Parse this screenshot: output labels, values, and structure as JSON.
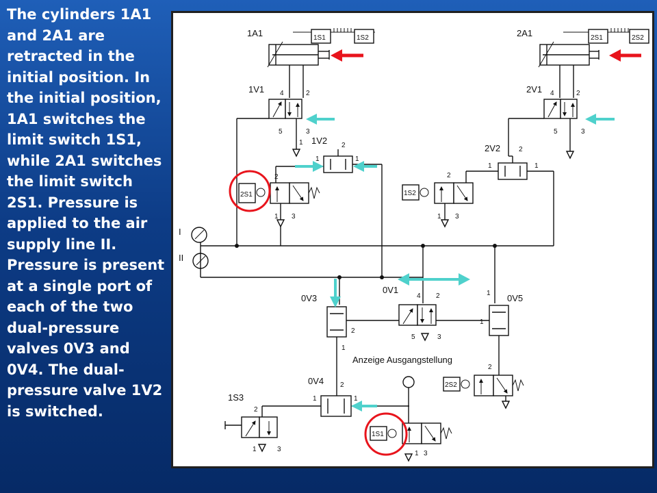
{
  "caption": "The cylinders 1A1 and 2A1 are retracted in the initial position. In the initial position, 1A1 switches the limit switch 1S1, while 2A1 switches the limit switch 2S1. Pressure is applied to the air supply line II. Pressure is present at a single port of each of the two dual-pressure valves 0V3 and 0V4. The dual-pressure valve 1V2 is switched.",
  "diagram": {
    "cyl1": "1A1",
    "cyl2": "2A1",
    "s1_1": "1S1",
    "s1_2": "1S2",
    "s2_1": "2S1",
    "s2_2": "2S2",
    "v_1v1": "1V1",
    "v_2v1": "2V1",
    "v_1v2": "1V2",
    "v_2v2": "2V2",
    "v_0v1": "0V1",
    "v_0v3": "0V3",
    "v_0v4": "0V4",
    "v_0v5": "0V5",
    "s_1s3": "1S3",
    "sw_2s1": "2S1",
    "sw_1s2": "1S2",
    "sw_2s2": "2S2",
    "sw_1s1": "1S1",
    "line_I": "I",
    "line_II": "II",
    "anzeige": "Anzeige Ausgangstellung",
    "p4": "4",
    "p2": "2",
    "p1": "1",
    "p5": "5",
    "p3": "3"
  },
  "colors": {
    "red_arrow": "#e8141c",
    "cyan_arrow": "#4fd1cc",
    "highlight_circle": "#e8141c"
  }
}
